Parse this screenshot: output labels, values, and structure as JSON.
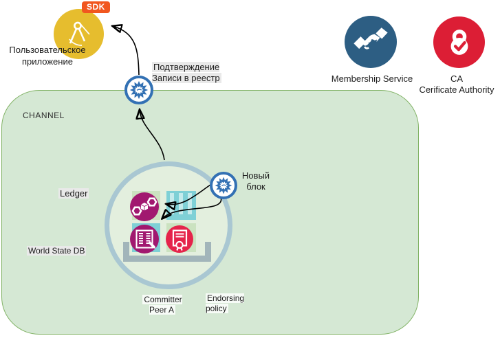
{
  "app": {
    "label": "Пользовательское приложение",
    "badge": "SDK"
  },
  "events": {
    "confirm": "Подтверждение Записи в реестр",
    "new_block": "Новый блок"
  },
  "channel": {
    "title": "CHANNEL",
    "ledger": "Ledger",
    "world_state": "World State DB",
    "committer": "Committer Peer A",
    "endorsing": "Endorsing policy"
  },
  "services": {
    "membership": "Membership Service",
    "ca_line1": "CA",
    "ca_line2": "Cerificate Authority"
  },
  "icons": {
    "app": "compass-icon",
    "event": "burst-icon",
    "membership": "handshake-icon",
    "ca": "lock-check-icon",
    "block_square_tl": "chain-cube-icon",
    "block_square_bl": "ledger-pen-icon",
    "block_square_br": "certificate-icon",
    "db_square": "database-bars-icon"
  },
  "colors": {
    "channel_fill": "#d5e8d4",
    "channel_border": "#82b366",
    "app_circle": "#e6bd2e",
    "sdk_badge": "#f1571f",
    "event_blue": "#3371b4",
    "membership_blue": "#2d5e83",
    "ca_red": "#dc1e35",
    "chain_magenta": "#a1186f",
    "cert_red": "#e5234b",
    "teal_square": "#7fd0d6",
    "green_square": "#cbe2c0",
    "peer_border": "#a9c7d2",
    "peer_fill": "#e3efde",
    "tray_gray": "#a2b5ba"
  }
}
